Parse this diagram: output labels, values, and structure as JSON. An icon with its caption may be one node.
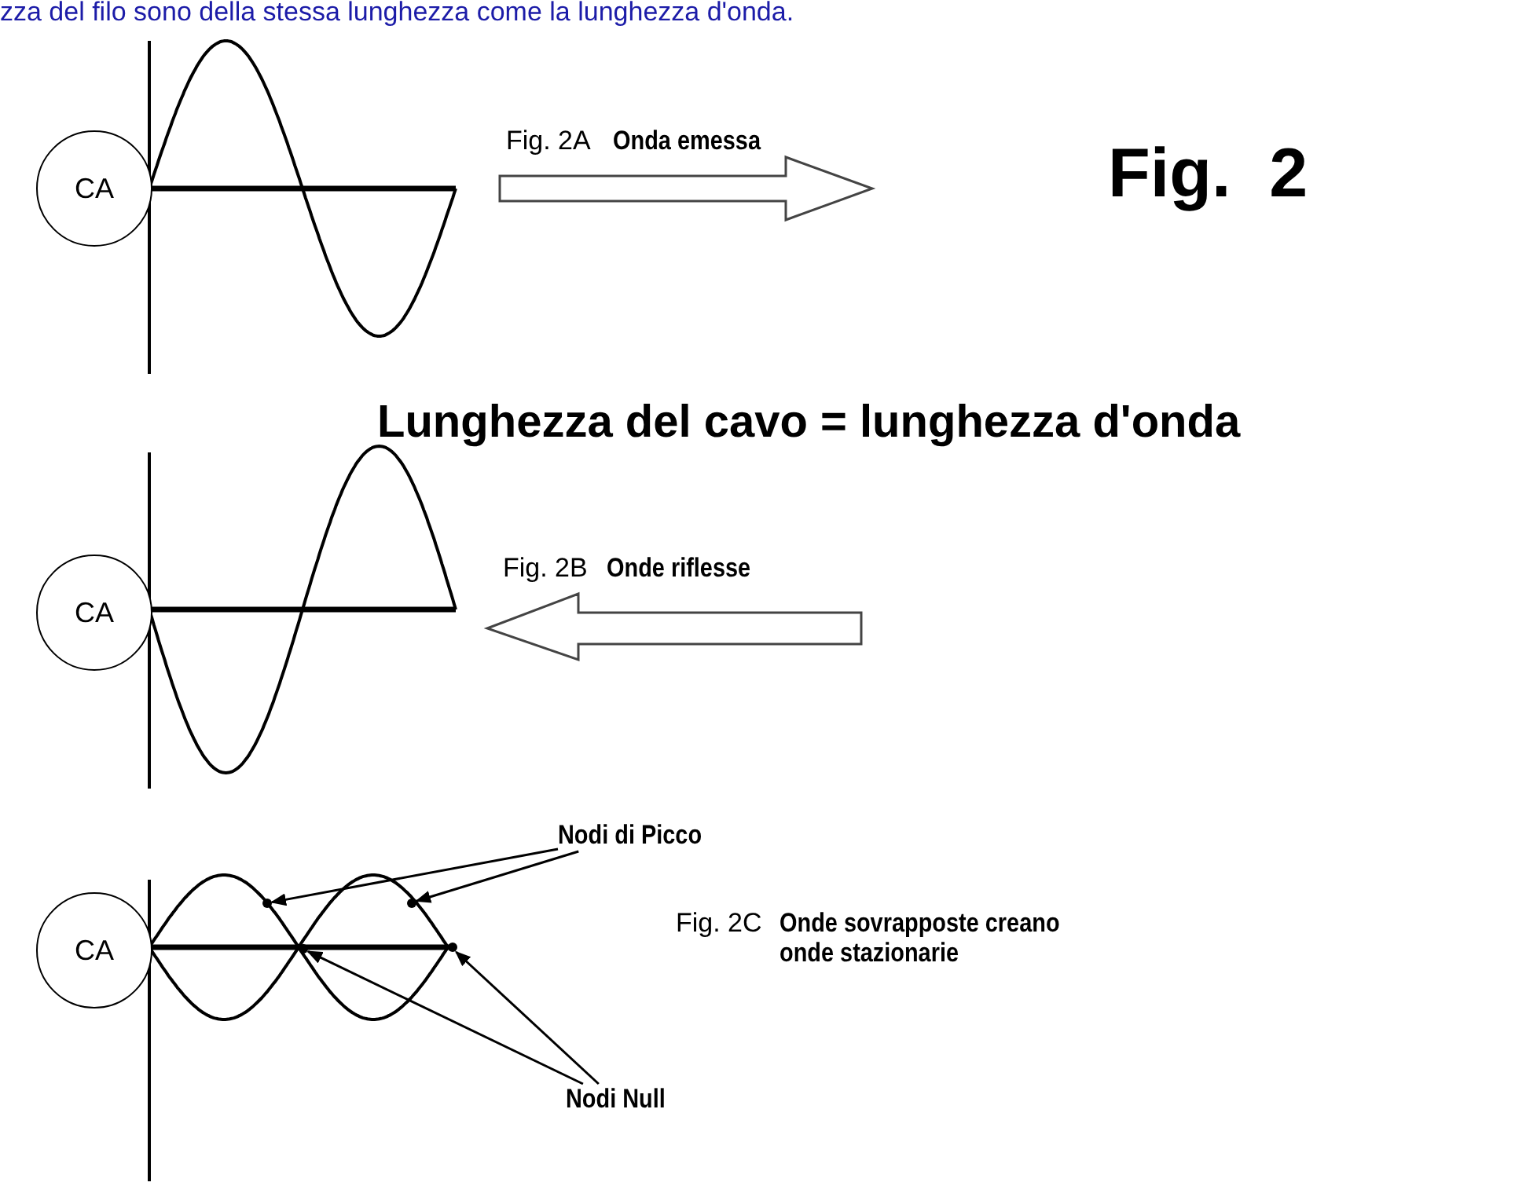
{
  "diagram": {
    "nodes": [
      {
        "text": [
          "CA"
        ]
      },
      {
        "text": [
          "CA"
        ]
      },
      {
        "text": [
          "CA"
        ]
      },
      {
        "text": [
          "Nodi di Picco"
        ]
      },
      {
        "text": [
          "Nodi Null"
        ]
      },
      {
        "text": [],
        "shape": "point"
      },
      {
        "text": [],
        "shape": "point"
      },
      {
        "text": [],
        "shape": "point"
      },
      {
        "text": [],
        "shape": "point"
      }
    ],
    "edges": [
      {
        "from": 3,
        "to": 5,
        "arrow": "to"
      },
      {
        "from": 3,
        "to": 6,
        "arrow": "to"
      },
      {
        "from": 4,
        "to": 7,
        "arrow": "to"
      },
      {
        "from": 4,
        "to": 8,
        "arrow": "to"
      }
    ],
    "labels": [
      "zza del filo sono della stessa lunghezza come la lunghezza d'onda.",
      "Fig. 2A",
      "Onda emessa",
      "Fig.  2",
      "Lunghezza del cavo = lunghezza d'onda",
      "Fig. 2B",
      "Onde riflesse",
      "Fig. 2C",
      "Onde sovrapposte creano onde stazionarie"
    ]
  }
}
